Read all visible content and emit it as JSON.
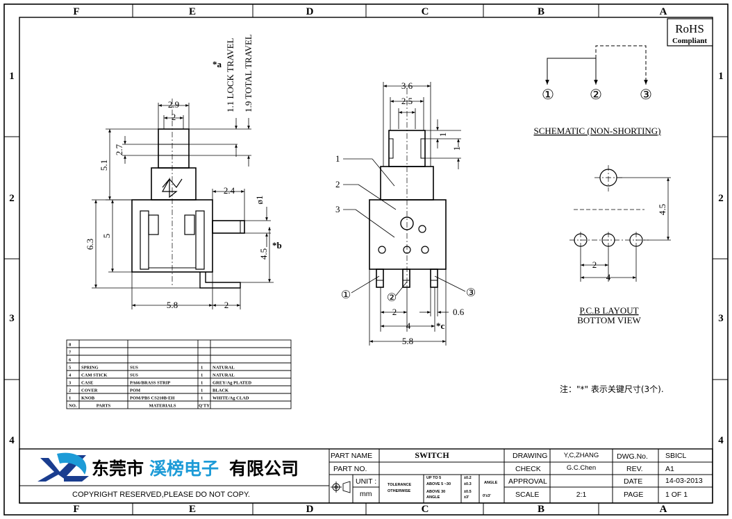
{
  "frame": {
    "columns": [
      "F",
      "E",
      "D",
      "C",
      "B",
      "A"
    ],
    "rows": [
      "1",
      "2",
      "3",
      "4"
    ]
  },
  "rohs": {
    "title": "RoHS",
    "subtitle": "Compliant"
  },
  "side_view": {
    "dims": {
      "d2_9": "2.9",
      "d2a": "2",
      "d2_7": "2.7",
      "d5_1": "5.1",
      "d6_3": "6.3",
      "d5": "5",
      "d2_4": "2.4",
      "d1": "ø1",
      "d4_5b": "4.5",
      "mark_b": "*b",
      "d5_8": "5.8",
      "d2b": "2"
    },
    "travel": {
      "mark_a": "*a",
      "lock": "1.1 LOCK TRAVEL",
      "total": "1.9 TOTAL TRAVEL"
    }
  },
  "front_view": {
    "dims": {
      "d3_6": "3.6",
      "d2_5": "2.5",
      "d1a": "1",
      "d1b": "1",
      "d2": "2",
      "d4": "4",
      "mark_c": "*c",
      "d0_6": "0.6",
      "d5_8": "5.8"
    },
    "callouts": [
      "1",
      "2",
      "3"
    ],
    "pins": [
      "①",
      "②",
      "③"
    ]
  },
  "schematic": {
    "pins": [
      "①",
      "②",
      "③"
    ],
    "label": "SCHEMATIC (NON-SHORTING)"
  },
  "pcb": {
    "dims": {
      "d4_5": "4.5",
      "d2": "2",
      "d4": "4"
    },
    "label1": "P.C.B LAYOUT",
    "label2": "BOTTOM VIEW"
  },
  "note": "注：\"*\" 表示关键尺寸(3个).",
  "bom": {
    "rows": [
      {
        "no": "8",
        "part": "",
        "material": "",
        "qty": "",
        "finish": ""
      },
      {
        "no": "7",
        "part": "",
        "material": "",
        "qty": "",
        "finish": ""
      },
      {
        "no": "6",
        "part": "",
        "material": "",
        "qty": "",
        "finish": ""
      },
      {
        "no": "5",
        "part": "SPRING",
        "material": "SUS",
        "qty": "1",
        "finish": "NATURAL"
      },
      {
        "no": "4",
        "part": "CAM STICK",
        "material": "SUS",
        "qty": "1",
        "finish": "NATURAL"
      },
      {
        "no": "3",
        "part": "CASE",
        "material": "PA66/BRASS STRIP",
        "qty": "1",
        "finish": "GREY/Ag PLATED"
      },
      {
        "no": "2",
        "part": "COVER",
        "material": "POM",
        "qty": "1",
        "finish": "BLACK"
      },
      {
        "no": "1",
        "part": "KNOB",
        "material": "POM/PBS CS210B-EH",
        "qty": "1",
        "finish": "WHITE/Ag CLAD"
      }
    ],
    "header": {
      "no": "NO.",
      "part": "PARTS",
      "material": "MATERIALS",
      "qty": "Q'TY"
    }
  },
  "title_block": {
    "company_a": "东莞市",
    "company_b": "溪榜电子",
    "company_c": "有限公司",
    "copyright": "COPYRIGHT RESERVED,PLEASE DO NOT COPY.",
    "part_name_label": "PART NAME",
    "part_name": "SWITCH",
    "part_no_label": "PART NO.",
    "unit_label": "UNIT :",
    "unit": "mm",
    "tolerance_l1": "TOLERANCE",
    "tolerance_l2": "OTHERWISE",
    "tol_r1": "UP TO 5",
    "tol_r2": "ABOVE 5 ~30",
    "tol_r3": "ABOVE 30",
    "tol_r4": "ANGLE",
    "tol_v1": "±0.2",
    "tol_v2": "±0.3",
    "tol_v3": "±0.5",
    "tol_v4": "±3'",
    "angle_label": "ANGLE",
    "angle_val": "0'±3'",
    "drawing_label": "DRAWING",
    "drawing": "Y,C,ZHANG",
    "check_label": "CHECK",
    "check": "G.C.Chen",
    "approval_label": "APPROVAL",
    "scale_label": "SCALE",
    "scale": "2:1",
    "dwg_label": "DWG.No.",
    "dwg": "SBICL",
    "rev_label": "REV.",
    "rev": "A1",
    "date_label": "DATE",
    "date": "14-03-2013",
    "page_label": "PAGE",
    "page": "1 OF 1"
  }
}
